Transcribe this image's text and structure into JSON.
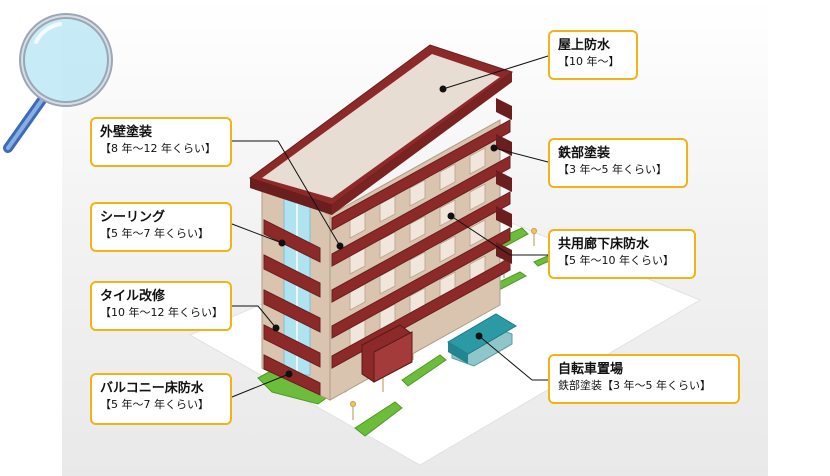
{
  "callouts": {
    "rooftop": {
      "title": "屋上防水",
      "detail": "【10 年〜】"
    },
    "exterior_wall": {
      "title": "外壁塗装",
      "detail": "【8 年〜12 年くらい】"
    },
    "steel_parts": {
      "title": "鉄部塗装",
      "detail": "【3 年〜5 年くらい】"
    },
    "sealing": {
      "title": "シーリング",
      "detail": "【5 年〜7 年くらい】"
    },
    "corridor_floor": {
      "title": "共用廊下床防水",
      "detail": "【5 年〜10 年くらい】"
    },
    "tile_repair": {
      "title": "タイル改修",
      "detail": "【10 年〜12 年くらい】"
    },
    "bicycle_parking": {
      "title": "自転車置場",
      "detail": "鉄部塗装【3 年〜5 年くらい】"
    },
    "balcony_floor": {
      "title": "バルコニー床防水",
      "detail": "【5 年〜7 年くらい】"
    }
  },
  "colors": {
    "label_border": "#f2b318",
    "wall_brown": "#8c2a2a",
    "roof": "#e8ddd3",
    "facade": "#d9c4b0",
    "glass": "#aee3ef",
    "grass": "#6ebc3b",
    "shed": "#2c9aa5"
  },
  "icons": [
    "magnifier-icon"
  ]
}
